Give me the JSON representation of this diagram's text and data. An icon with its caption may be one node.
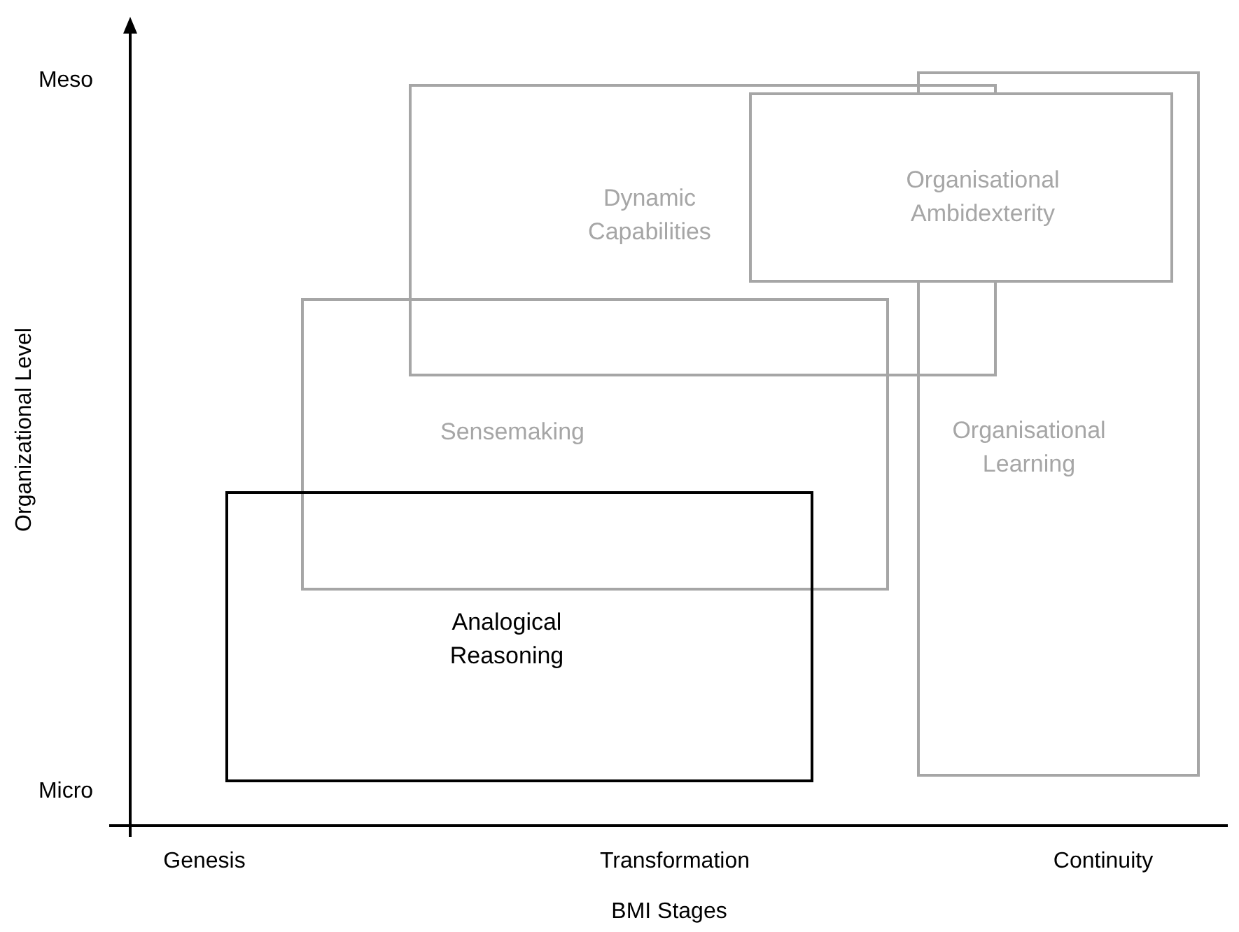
{
  "diagram": {
    "nodes": [
      {
        "text": [
          "Dynamic Capabilities"
        ]
      },
      {
        "text": [
          "Organisational Ambidexterity"
        ]
      },
      {
        "text": [
          "Organisational Learning"
        ]
      },
      {
        "text": [
          "Sensemaking"
        ]
      },
      {
        "text": [
          "Analogical Reasoning"
        ]
      }
    ],
    "labels": [
      "Meso",
      "Micro",
      "Genesis",
      "Transformation",
      "Continuity",
      "BMI Stages",
      "Organizational Level"
    ]
  }
}
